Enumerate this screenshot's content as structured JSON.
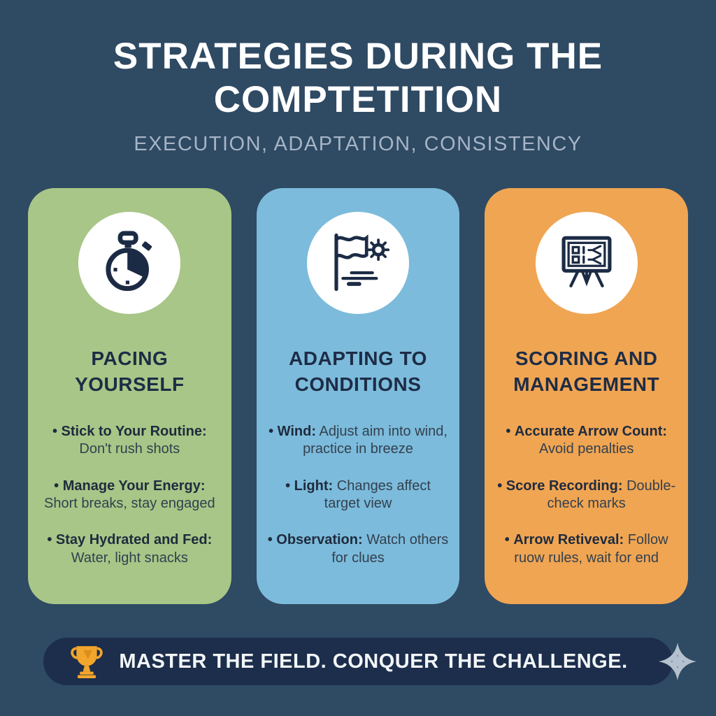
{
  "header": {
    "title_line1": "STRATEGIES DURING THE",
    "title_line2": "COMPTETITION",
    "subtitle": "EXECUTION, ADAPTATION, CONSISTENCY"
  },
  "cards": [
    {
      "icon": "stopwatch-icon",
      "color": "#A8C687",
      "title_line1": "PACING",
      "title_line2": "YOURSELF",
      "bullets": [
        {
          "label": "Stick to Your Routine:",
          "text": "Don't rush shots"
        },
        {
          "label": "Manage Your Energy:",
          "text": "Short breaks, stay engaged"
        },
        {
          "label": "Stay Hydrated and Fed:",
          "text": "Water, light snacks"
        }
      ]
    },
    {
      "icon": "flag-sun-icon",
      "color": "#7CBBDB",
      "title_line1": "ADAPTING TO",
      "title_line2": "CONDITIONS",
      "bullets": [
        {
          "label": "Wind:",
          "text": "Adjust aim into wind, practice in breeze"
        },
        {
          "label": "Light:",
          "text": "Changes affect target view"
        },
        {
          "label": "Observation:",
          "text": "Watch others for clues"
        }
      ]
    },
    {
      "icon": "scoreboard-icon",
      "color": "#F0A552",
      "title_line1": "SCORING AND",
      "title_line2": "MANAGEMENT",
      "bullets": [
        {
          "label": "Accurate Arrow Count:",
          "text": "Avoid penalties"
        },
        {
          "label": "Score Recording:",
          "text": "Double-check marks"
        },
        {
          "label": "Arrow Retiveval:",
          "text": "Follow ruow rules, wait for end"
        }
      ]
    }
  ],
  "footer": {
    "banner_text": "MASTER THE FIELD. CONQUER THE CHALLENGE.",
    "trophy_icon": "trophy-icon",
    "sparkle_icon": "sparkle-icon"
  },
  "colors": {
    "background": "#2F4A63",
    "banner": "#1C2E4B",
    "card_green": "#A8C687",
    "card_blue": "#7CBBDB",
    "card_orange": "#F0A552",
    "heading_text": "#1E2C46",
    "body_text": "#33404F",
    "title_text": "#FFFFFF",
    "subtitle_text": "#A6B5C6",
    "icon_stroke": "#1C2B45",
    "trophy_gold": "#F3A62C",
    "sparkle": "#B5C1CE"
  }
}
